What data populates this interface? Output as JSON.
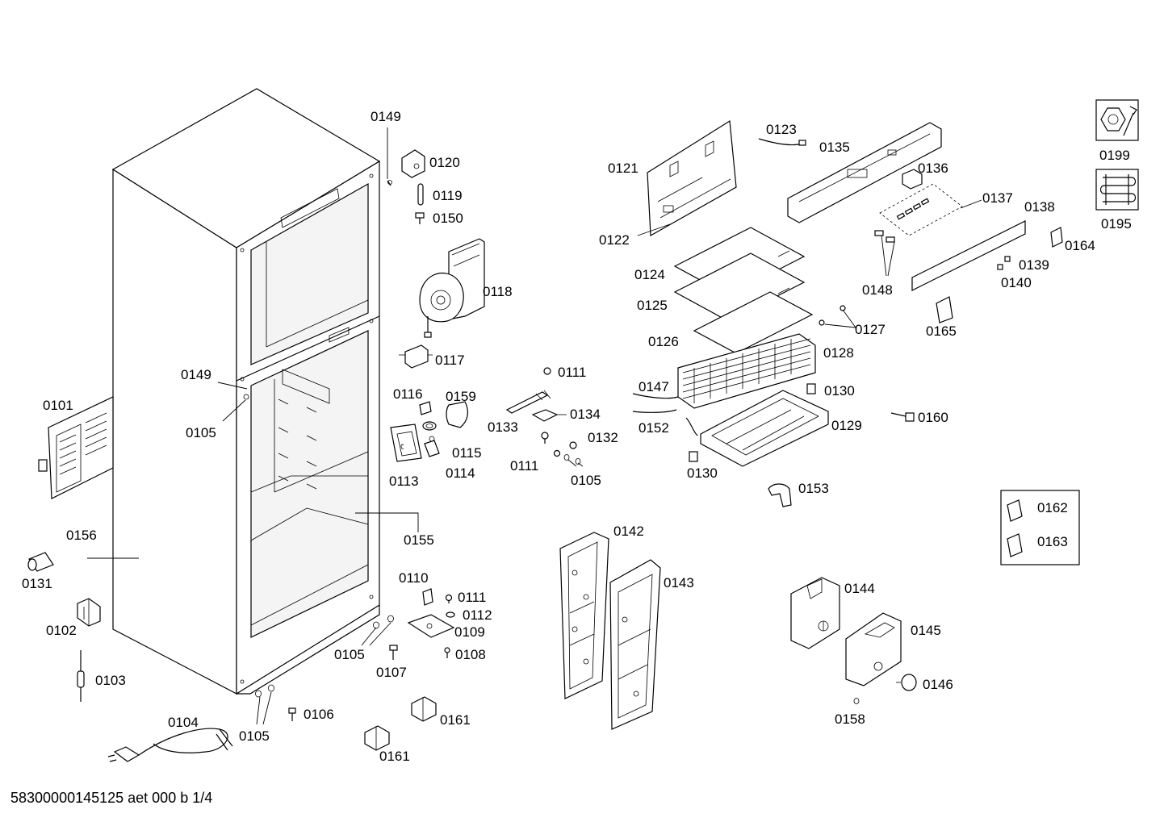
{
  "parts": {
    "p0101": "0101",
    "p0102": "0102",
    "p0103": "0103",
    "p0104": "0104",
    "p0105": "0105",
    "p0106": "0106",
    "p0107": "0107",
    "p0108": "0108",
    "p0109": "0109",
    "p0110": "0110",
    "p0111": "0111",
    "p0112": "0112",
    "p0113": "0113",
    "p0114": "0114",
    "p0115": "0115",
    "p0116": "0116",
    "p0117": "0117",
    "p0118": "0118",
    "p0119": "0119",
    "p0120": "0120",
    "p0121": "0121",
    "p0122": "0122",
    "p0123": "0123",
    "p0124": "0124",
    "p0125": "0125",
    "p0126": "0126",
    "p0127": "0127",
    "p0128": "0128",
    "p0129": "0129",
    "p0130": "0130",
    "p0131": "0131",
    "p0132": "0132",
    "p0133": "0133",
    "p0134": "0134",
    "p0135": "0135",
    "p0136": "0136",
    "p0137": "0137",
    "p0138": "0138",
    "p0139": "0139",
    "p0140": "0140",
    "p0142": "0142",
    "p0143": "0143",
    "p0144": "0144",
    "p0145": "0145",
    "p0146": "0146",
    "p0147": "0147",
    "p0148": "0148",
    "p0149": "0149",
    "p0150": "0150",
    "p0152": "0152",
    "p0153": "0153",
    "p0155": "0155",
    "p0156": "0156",
    "p0158": "0158",
    "p0159": "0159",
    "p0160": "0160",
    "p0161": "0161",
    "p0162": "0162",
    "p0163": "0163",
    "p0164": "0164",
    "p0165": "0165",
    "p0195": "0195",
    "p0199": "0199"
  },
  "footer": "58300000145125 aet 000 b 1/4",
  "icons": [
    "wrench-nut-icon",
    "coil-icon"
  ]
}
